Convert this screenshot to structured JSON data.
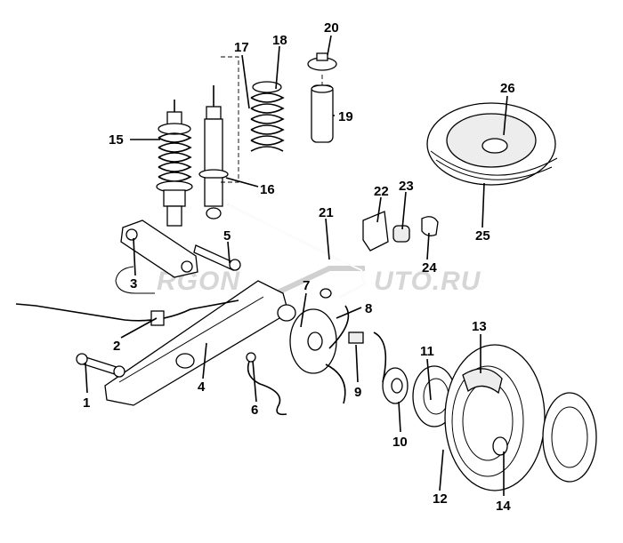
{
  "watermark": {
    "left": "RGON",
    "right": "UTO.RU"
  },
  "callouts": [
    {
      "id": "c1",
      "label": "1"
    },
    {
      "id": "c2",
      "label": "2"
    },
    {
      "id": "c3",
      "label": "3"
    },
    {
      "id": "c4",
      "label": "4"
    },
    {
      "id": "c5",
      "label": "5"
    },
    {
      "id": "c6",
      "label": "6"
    },
    {
      "id": "c7",
      "label": "7"
    },
    {
      "id": "c8",
      "label": "8"
    },
    {
      "id": "c9",
      "label": "9"
    },
    {
      "id": "c10",
      "label": "10"
    },
    {
      "id": "c11",
      "label": "11"
    },
    {
      "id": "c12",
      "label": "12"
    },
    {
      "id": "c13",
      "label": "13"
    },
    {
      "id": "c14",
      "label": "14"
    },
    {
      "id": "c15",
      "label": "15"
    },
    {
      "id": "c16",
      "label": "16"
    },
    {
      "id": "c17",
      "label": "17"
    },
    {
      "id": "c18",
      "label": "18"
    },
    {
      "id": "c19",
      "label": "19"
    },
    {
      "id": "c20",
      "label": "20"
    },
    {
      "id": "c21",
      "label": "21"
    },
    {
      "id": "c22",
      "label": "22"
    },
    {
      "id": "c23",
      "label": "23"
    },
    {
      "id": "c24",
      "label": "24"
    },
    {
      "id": "c25",
      "label": "25"
    },
    {
      "id": "c26",
      "label": "26"
    }
  ]
}
